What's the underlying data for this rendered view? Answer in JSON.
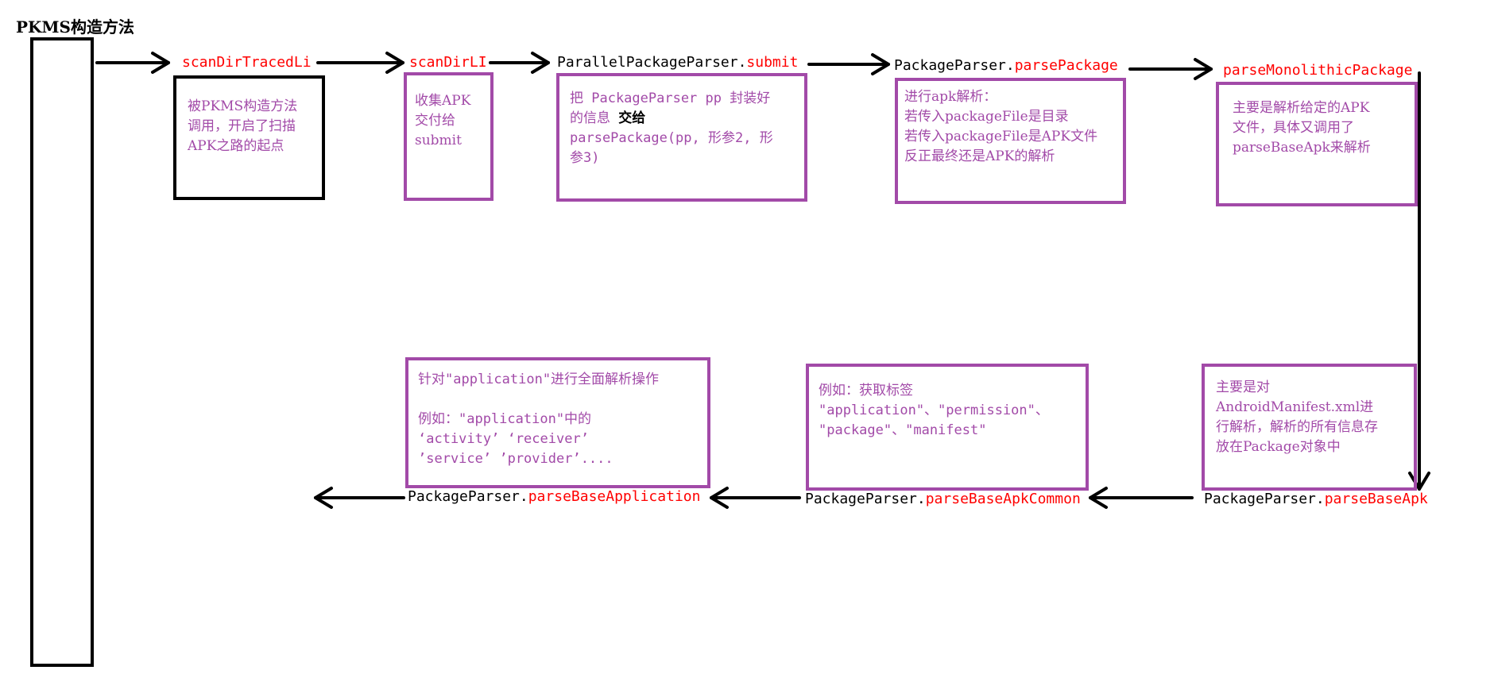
{
  "title": "PKMS构造方法",
  "nodes": {
    "n1": {
      "name": "scanDirTracedLi",
      "note": "被PKMS构造方法\n调用，开启了扫描\nAPK之路的起点"
    },
    "n2": {
      "name": "scanDirLI",
      "note": "收集APK\n交付给\nsubmit"
    },
    "n3": {
      "prefix": "ParallelPackageParser.",
      "method": "submit",
      "note_a": "把 PackageParser pp 封装好\n的信息 ",
      "note_b": "交给",
      "note_c": "\nparsePackage(pp, 形参2, 形\n参3)"
    },
    "n4": {
      "prefix": "PackageParser.",
      "method": "parsePackage",
      "note": "进行apk解析：\n若传入packageFile是目录\n若传入packageFile是APK文件\n反正最终还是APK的解析"
    },
    "n5": {
      "name": "parseMonolithicPackage",
      "note": "主要是解析给定的APK\n文件，具体又调用了\nparseBaseApk来解析"
    },
    "n6": {
      "prefix": "PackageParser.",
      "method": "parseBaseApk",
      "note": "主要是对\nAndroidManifest.xml进\n行解析，解析的所有信息存\n放在Package对象中"
    },
    "n7": {
      "prefix": "PackageParser.",
      "method": "parseBaseApkCommon",
      "note": "例如：获取标签\n\"application\"、\"permission\"、\n\"package\"、\"manifest\""
    },
    "n8": {
      "prefix": "PackageParser.",
      "method": "parseBaseApplication",
      "note": "针对\"application\"进行全面解析操作\n\n例如：\"application\"中的\n ‘activity’ ‘receiver’\n’service’  ’provider’...."
    }
  }
}
